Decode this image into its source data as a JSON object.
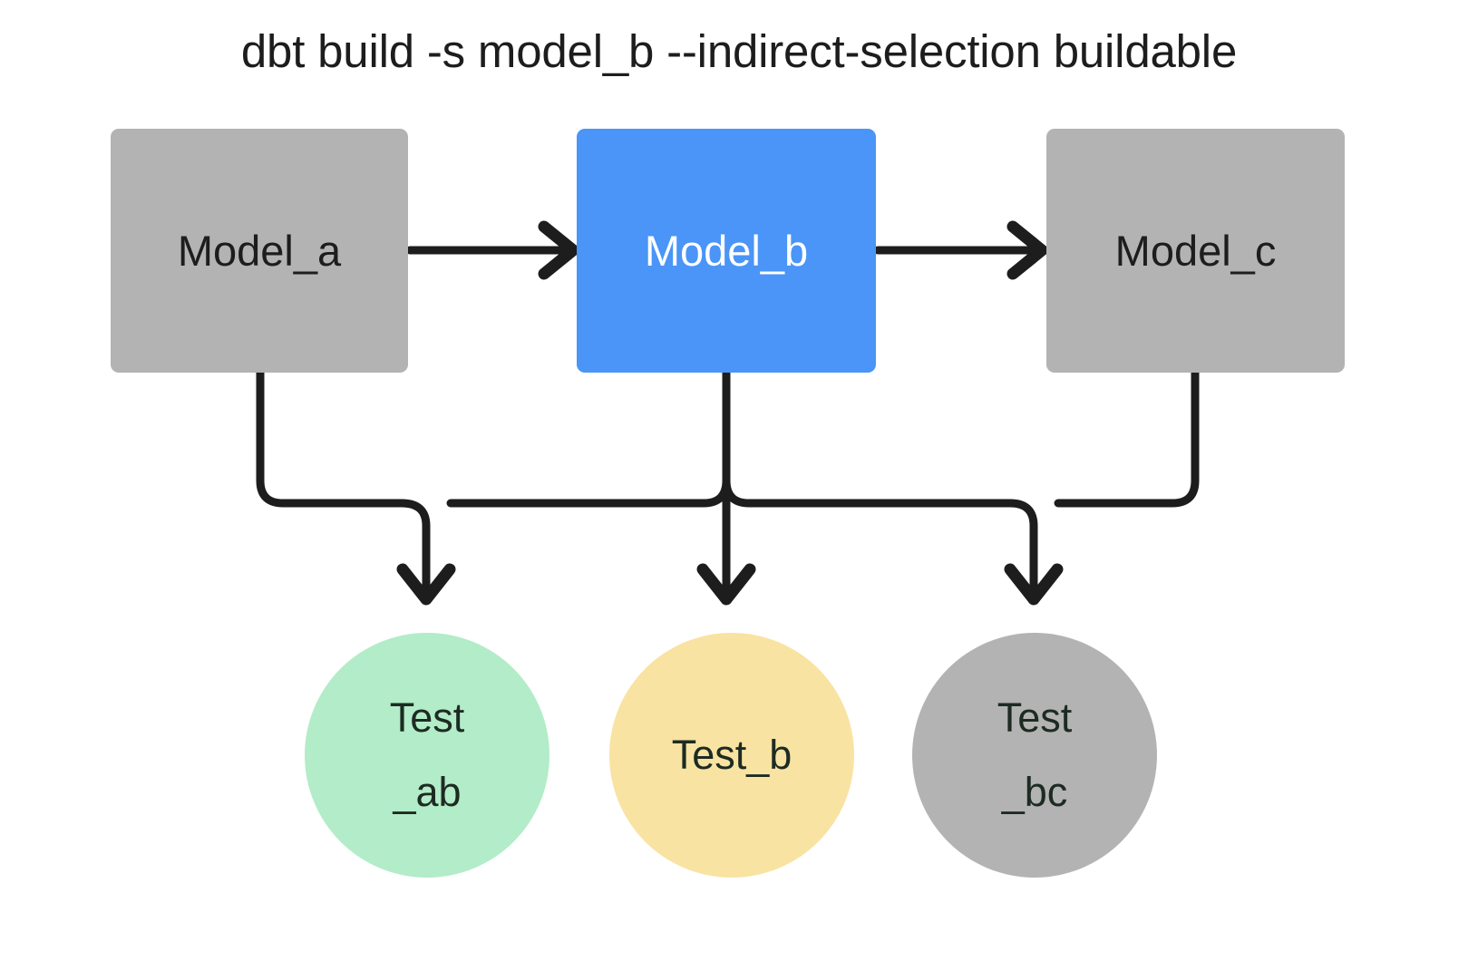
{
  "title": "dbt build -s model_b --indirect-selection buildable",
  "colors": {
    "background": "#ffffff",
    "model_default": "#b3b3b3",
    "model_selected": "#4a95f7",
    "test_pass_green": "#b3ecc8",
    "test_warn_yellow": "#f9e3a2",
    "test_default_gray": "#b3b3b3",
    "edge_stroke": "#1d1d1d",
    "text_dark": "#1d1d1d",
    "text_light": "#ffffff"
  },
  "nodes": {
    "models": [
      {
        "id": "model_a",
        "label": "Model_a",
        "shape": "rectangle",
        "fill": "#b3b3b3",
        "text_color": "#1d1d1d",
        "selected": false
      },
      {
        "id": "model_b",
        "label": "Model_b",
        "shape": "rectangle",
        "fill": "#4a95f7",
        "text_color": "#ffffff",
        "selected": true
      },
      {
        "id": "model_c",
        "label": "Model_c",
        "shape": "rectangle",
        "fill": "#b3b3b3",
        "text_color": "#1d1d1d",
        "selected": false
      }
    ],
    "tests": [
      {
        "id": "test_ab",
        "label_line1": "Test",
        "label_line2": "_ab",
        "shape": "circle",
        "fill": "#b3ecc8",
        "text_color": "#1d2b22"
      },
      {
        "id": "test_b",
        "label_line1": "Test_b",
        "label_line2": "",
        "shape": "circle",
        "fill": "#f9e3a2",
        "text_color": "#1d2b22"
      },
      {
        "id": "test_bc",
        "label_line1": "Test",
        "label_line2": "_bc",
        "shape": "circle",
        "fill": "#b3b3b3",
        "text_color": "#1d2b22"
      }
    ]
  },
  "edges": [
    {
      "id": "edge-a-to-b",
      "from": "model_a",
      "to": "model_b",
      "style": "straight-arrow"
    },
    {
      "id": "edge-b-to-c",
      "from": "model_b",
      "to": "model_c",
      "style": "straight-arrow"
    },
    {
      "id": "edge-a-to-test-ab",
      "from": "model_a",
      "to": "test_ab",
      "style": "elbow-arrow"
    },
    {
      "id": "edge-b-to-test-ab",
      "from": "model_b",
      "to": "test_ab",
      "style": "elbow-arrow"
    },
    {
      "id": "edge-b-to-test-b",
      "from": "model_b",
      "to": "test_b",
      "style": "straight-arrow"
    },
    {
      "id": "edge-b-to-test-bc",
      "from": "model_b",
      "to": "test_bc",
      "style": "elbow-arrow"
    },
    {
      "id": "edge-c-to-test-bc",
      "from": "model_c",
      "to": "test_bc",
      "style": "elbow-arrow"
    }
  ]
}
